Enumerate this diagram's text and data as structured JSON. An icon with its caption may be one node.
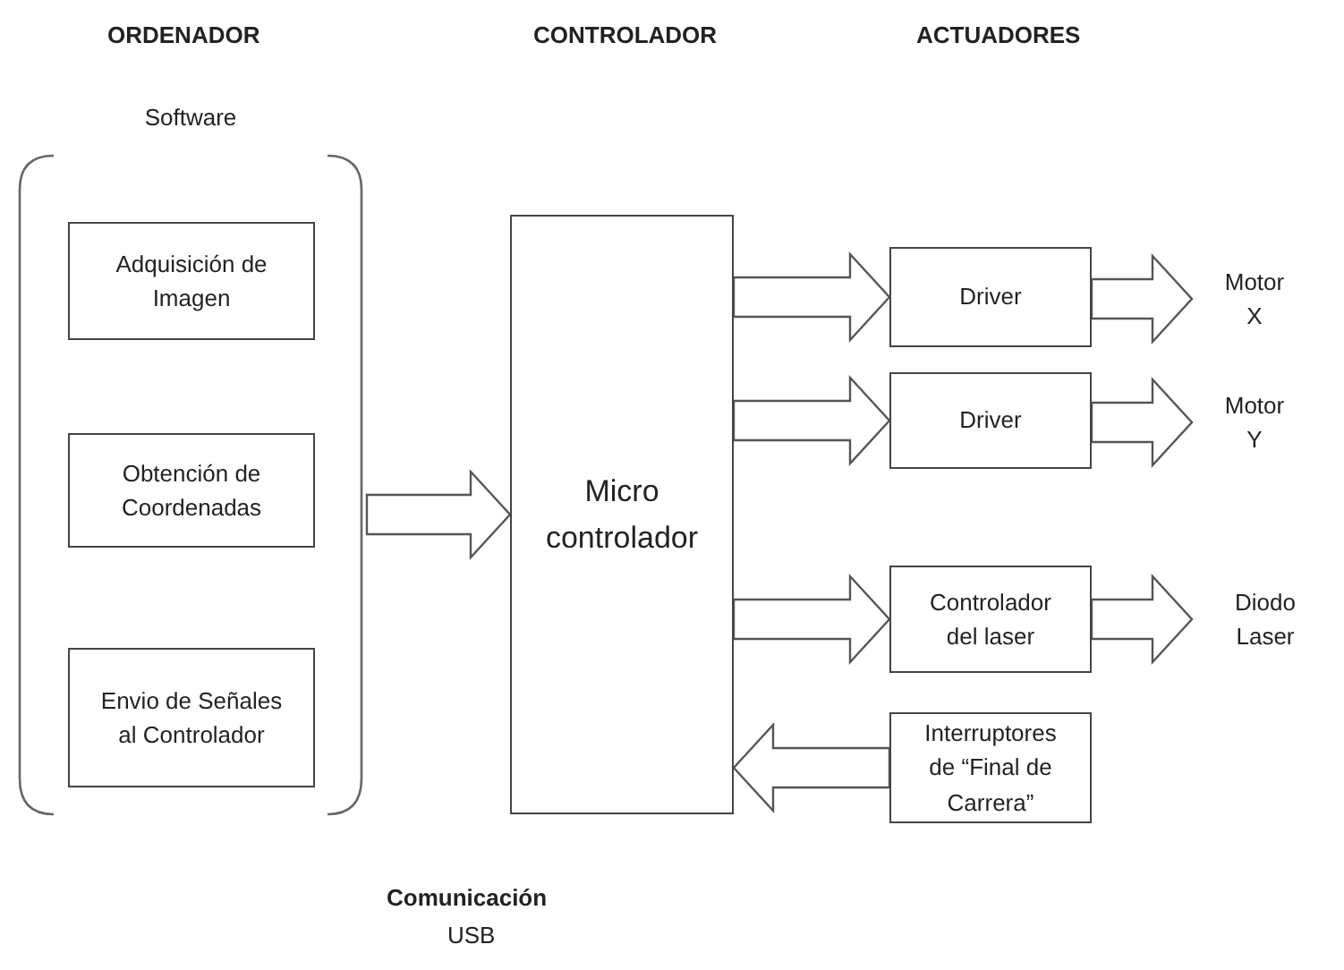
{
  "diagram": {
    "nodes": [
      {
        "text": [
          "Software"
        ]
      },
      {
        "text": [
          "Adquisición de Imagen"
        ],
        "in": 0
      },
      {
        "text": [
          "Obtención de Coordenadas"
        ],
        "in": 0
      },
      {
        "text": [
          "Envio de Señales al Controlador"
        ],
        "in": 0
      },
      {
        "text": [
          "Micro controlador"
        ]
      },
      {
        "text": [
          "Driver"
        ]
      },
      {
        "text": [
          "Driver"
        ]
      },
      {
        "text": [
          "Controlador del laser"
        ]
      },
      {
        "text": [
          "Interruptores de “Final de Carrera”"
        ]
      },
      {
        "text": [
          "Motor X"
        ]
      },
      {
        "text": [
          "Motor Y"
        ]
      },
      {
        "text": [
          "Diodo Laser"
        ]
      }
    ],
    "edges": [
      {
        "from": 0,
        "to": 4,
        "arrow": "to"
      },
      {
        "from": 4,
        "to": 5,
        "arrow": "to"
      },
      {
        "from": 4,
        "to": 6,
        "arrow": "to"
      },
      {
        "from": 4,
        "to": 7,
        "arrow": "to"
      },
      {
        "from": 8,
        "to": 4,
        "arrow": "to"
      },
      {
        "from": 5,
        "to": 9,
        "arrow": "to"
      },
      {
        "from": 6,
        "to": 10,
        "arrow": "to"
      },
      {
        "from": 7,
        "to": 11,
        "arrow": "to"
      }
    ],
    "labels": [
      "ORDENADOR",
      "CONTROLADOR",
      "ACTUADORES",
      "Comunicación",
      "USB"
    ]
  }
}
